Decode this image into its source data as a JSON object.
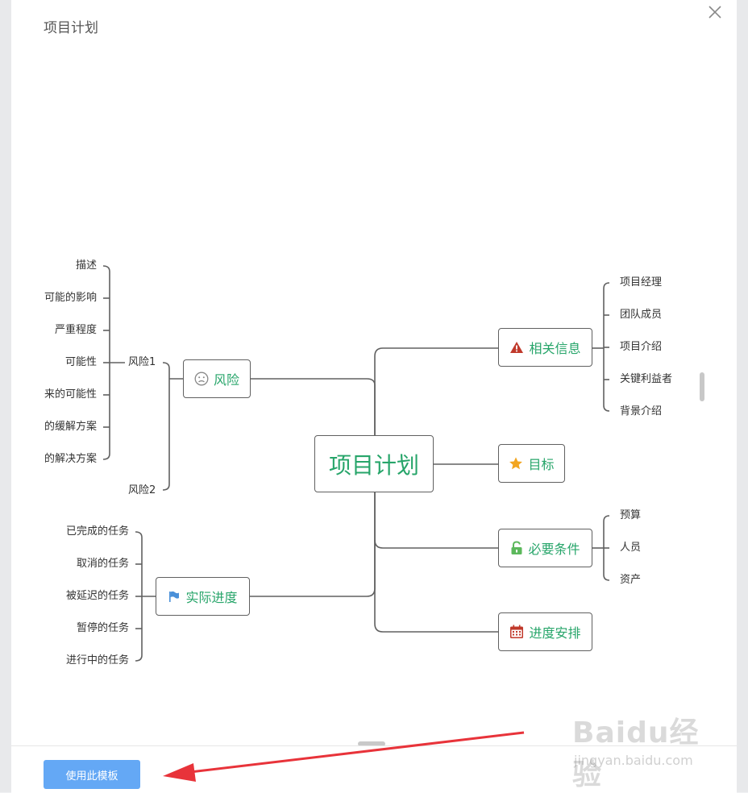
{
  "modal": {
    "title": "项目计划",
    "use_template_label": "使用此模板"
  },
  "mindmap": {
    "center": "项目计划",
    "branches": {
      "info": "相关信息",
      "goal": "目标",
      "req": "必要条件",
      "schedule": "进度安排",
      "risk": "风险",
      "progress": "实际进度"
    },
    "info_children": [
      "项目经理",
      "团队成员",
      "项目介绍",
      "关键利益者",
      "背景介绍"
    ],
    "req_children": [
      "预算",
      "人员",
      "资产"
    ],
    "risk_children": [
      "风险1",
      "风险2"
    ],
    "risk1_children": [
      "描述",
      "可能的影响",
      "严重程度",
      "可能性",
      "来的可能性",
      "的缓解方案",
      "的解决方案"
    ],
    "progress_children": [
      "已完成的任务",
      "取消的任务",
      "被延迟的任务",
      "暂停的任务",
      "进行中的任务"
    ]
  },
  "watermark": {
    "logo": "Baidu经验",
    "url": "jingyan.baidu.com"
  },
  "colors": {
    "node_text": "#27a56a",
    "line": "#606060",
    "button": "#64a8f5",
    "arrow": "#e8333a"
  },
  "icons": {
    "close": "close-icon",
    "info": "warning-icon",
    "goal": "star-icon",
    "req": "lock-icon",
    "schedule": "calendar-icon",
    "risk": "frown-face-icon",
    "progress": "flag-icon"
  }
}
